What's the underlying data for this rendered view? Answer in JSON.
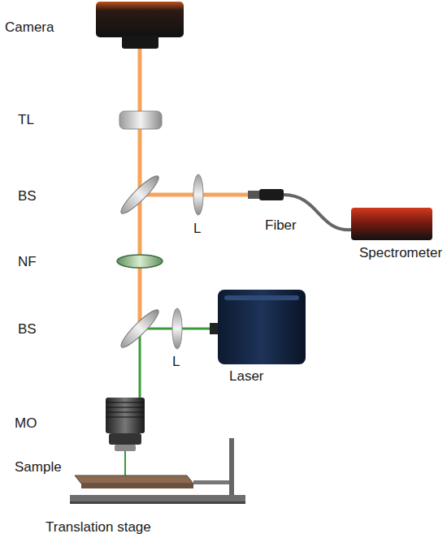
{
  "diagram": {
    "labels": [
      "Camera",
      "TL",
      "BS",
      "L",
      "Fiber",
      "Spectrometer",
      "NF",
      "BS",
      "L",
      "Laser",
      "MO",
      "Sample",
      "Translation stage"
    ]
  }
}
